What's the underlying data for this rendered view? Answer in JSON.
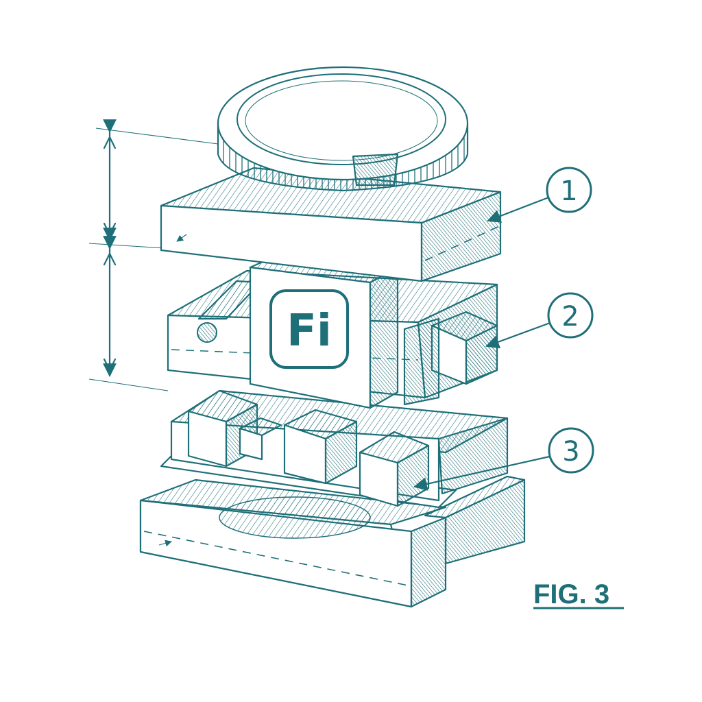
{
  "colors": {
    "ink": "#1e6f78",
    "paper": "#ffffff",
    "tint": "#e6f3f3"
  },
  "callouts": [
    {
      "label": "1",
      "icon": "circled-number-icon"
    },
    {
      "label": "2",
      "icon": "circled-number-icon"
    },
    {
      "label": "3",
      "icon": "circled-number-icon"
    }
  ],
  "logo": {
    "text": "Fi",
    "icon": "app-logo-icon"
  },
  "caption": {
    "text": "FIG. 3"
  }
}
